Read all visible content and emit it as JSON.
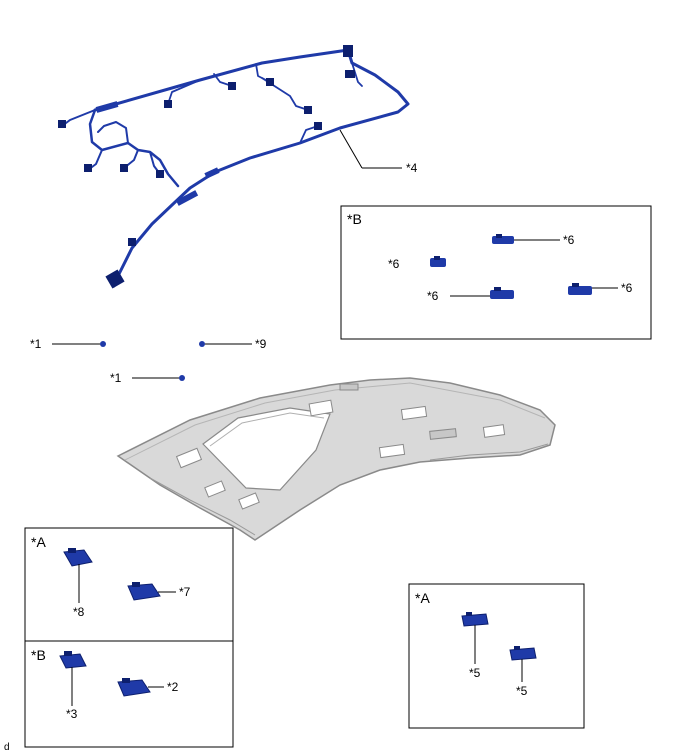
{
  "diagram": {
    "corner_mark": "d",
    "box_labels": {
      "b_top": "*B",
      "a_left": "*A",
      "b_left": "*B",
      "a_right": "*A"
    },
    "callouts": {
      "c4": "*4",
      "c1a": "*1",
      "c9": "*9",
      "c1b": "*1",
      "b6a": "*6",
      "b6b": "*6",
      "b6c": "*6",
      "b6d": "*6",
      "c8": "*8",
      "c7": "*7",
      "c3": "*3",
      "c2": "*2",
      "c5a": "*5",
      "c5b": "*5"
    },
    "colors": {
      "part_blue": "#1f3aa8",
      "part_dark": "#0d1f6e",
      "headliner_fill": "#d9d9d9",
      "headliner_edge": "#8a8a8a",
      "line": "#000000"
    }
  }
}
